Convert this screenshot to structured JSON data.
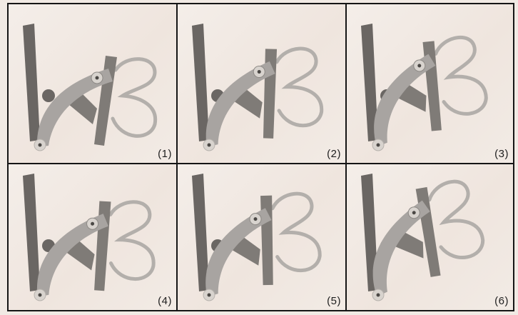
{
  "panels": [
    {
      "label": "(1)",
      "angle": 0
    },
    {
      "label": "(2)",
      "angle": -6
    },
    {
      "label": "(3)",
      "angle": -13
    },
    {
      "label": "(4)",
      "angle": -4
    },
    {
      "label": "(5)",
      "angle": -9
    },
    {
      "label": "(6)",
      "angle": -17
    }
  ],
  "colors": {
    "dark_bar": "#6a6663",
    "mid_bar": "#7f7b77",
    "linkage": "#a8a4a1",
    "pivot_ring": "#d8d3ce",
    "pivot_dot": "#4b4845",
    "wing_outline": "#b3afab",
    "background": "#f1eae4",
    "frame": "#151515"
  }
}
